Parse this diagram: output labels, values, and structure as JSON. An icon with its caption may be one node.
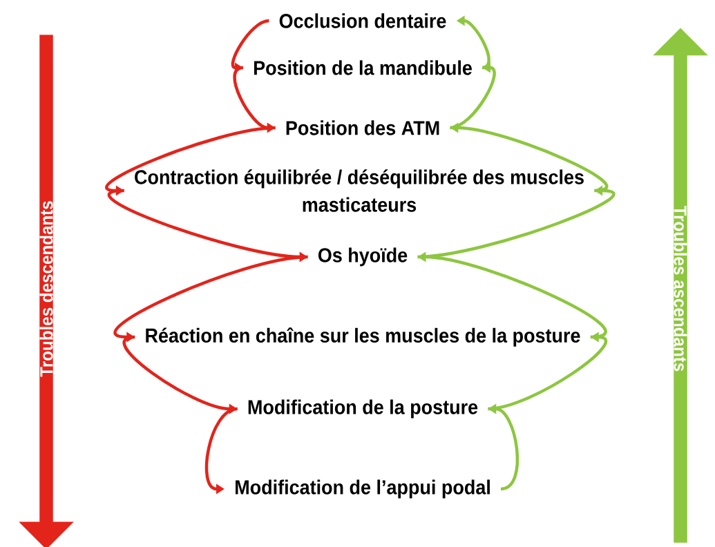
{
  "diagram": {
    "nodes": [
      {
        "text": [
          "Troubles descendants"
        ]
      },
      {
        "text": [
          "Troubles ascendants"
        ]
      },
      {
        "text": [
          "Occlusion dentaire"
        ]
      },
      {
        "text": [
          "Position de la mandibule"
        ]
      },
      {
        "text": [
          "Position des ATM"
        ]
      },
      {
        "text": [
          "Contraction équilibrée / déséquilibrée des muscles masticateurs"
        ]
      },
      {
        "text": [
          "Os hyoïde"
        ]
      },
      {
        "text": [
          "Réaction en chaîne sur les muscles de la posture"
        ]
      },
      {
        "text": [
          "Modification de la posture"
        ]
      },
      {
        "text": [
          "Modification de l’appui podal"
        ]
      }
    ],
    "edges": [
      {
        "from": 2,
        "to": 3,
        "arrow": "to",
        "color": "#e3241b"
      },
      {
        "from": 3,
        "to": 4,
        "arrow": "to",
        "color": "#e3241b"
      },
      {
        "from": 4,
        "to": 5,
        "arrow": "to",
        "color": "#e3241b"
      },
      {
        "from": 5,
        "to": 6,
        "arrow": "to",
        "color": "#e3241b"
      },
      {
        "from": 6,
        "to": 7,
        "arrow": "to",
        "color": "#e3241b"
      },
      {
        "from": 7,
        "to": 8,
        "arrow": "to",
        "color": "#e3241b"
      },
      {
        "from": 8,
        "to": 9,
        "arrow": "to",
        "color": "#e3241b"
      },
      {
        "from": 3,
        "to": 2,
        "arrow": "to",
        "color": "#8dc63f"
      },
      {
        "from": 4,
        "to": 3,
        "arrow": "to",
        "color": "#8dc63f"
      },
      {
        "from": 5,
        "to": 4,
        "arrow": "to",
        "color": "#8dc63f"
      },
      {
        "from": 6,
        "to": 5,
        "arrow": "to",
        "color": "#8dc63f"
      },
      {
        "from": 7,
        "to": 6,
        "arrow": "to",
        "color": "#8dc63f"
      },
      {
        "from": 8,
        "to": 7,
        "arrow": "to",
        "color": "#8dc63f"
      },
      {
        "from": 9,
        "to": 8,
        "arrow": "to",
        "color": "#8dc63f"
      }
    ]
  }
}
